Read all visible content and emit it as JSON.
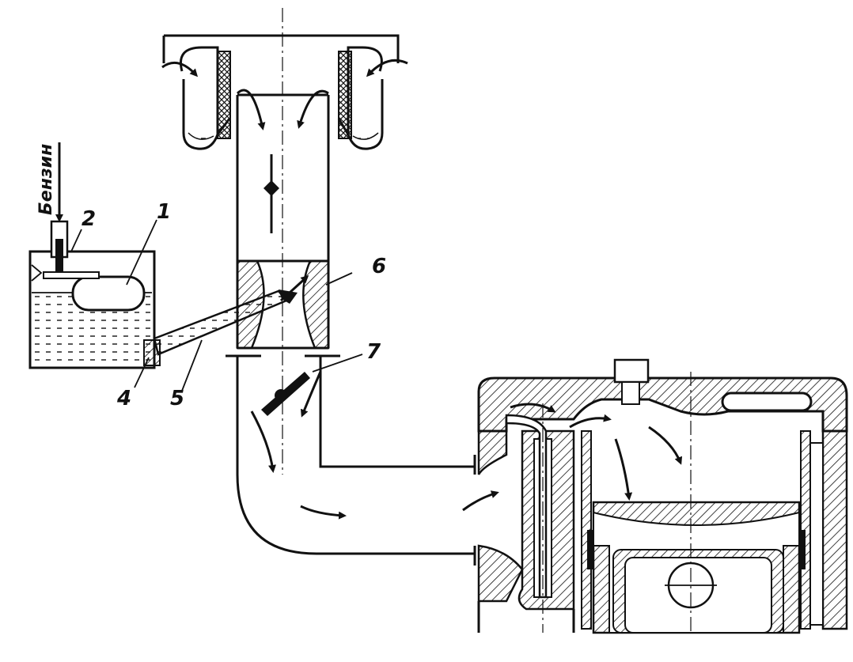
{
  "fuel_label": "Бензин",
  "labels": {
    "l1": "1",
    "l2": "2",
    "l4": "4",
    "l5": "5",
    "l6": "6",
    "l7": "7"
  },
  "colors": {
    "ink": "#111111",
    "background": "#ffffff"
  }
}
